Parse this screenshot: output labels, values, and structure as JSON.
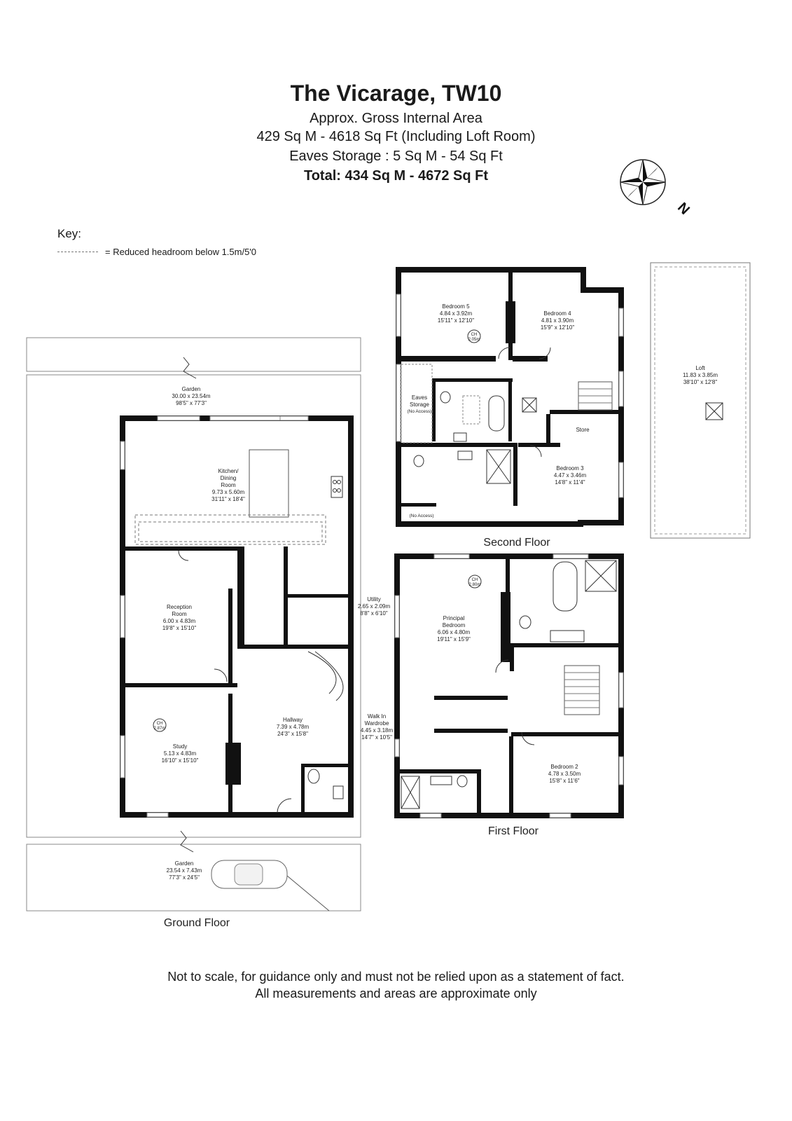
{
  "header": {
    "title": "The Vicarage, TW10",
    "line1": "Approx. Gross Internal Area",
    "line2": "429 Sq M -  4618 Sq Ft (Including Loft Room)",
    "line3": "Eaves Storage : 5 Sq M -  54 Sq Ft",
    "total": "Total: 434 Sq M -  4672 Sq Ft"
  },
  "compass": {
    "label": "N"
  },
  "key": {
    "label": "Key:",
    "reduced_headroom": "= Reduced headroom below 1.5m/5'0"
  },
  "floors": {
    "ground": "Ground Floor",
    "first": "First Floor",
    "second": "Second Floor"
  },
  "rooms": {
    "garden_top": [
      "Garden",
      "30.00 x 23.54m",
      "98'5\" x 77'3\""
    ],
    "kitchen": [
      "Kitchen/",
      "Dining",
      "Room",
      "9.73 x 5.60m",
      "31'11\" x 18'4\""
    ],
    "reception": [
      "Reception",
      "Room",
      "6.00 x 4.83m",
      "19'8\" x 15'10\""
    ],
    "study": [
      "Study",
      "5.13 x 4.83m",
      "16'10\" x 15'10\""
    ],
    "hallway": [
      "Hallway",
      "7.39 x 4.78m",
      "24'3\" x 15'8\""
    ],
    "garden_bottom": [
      "Garden",
      "23.54 x 7.43m",
      "77'3\" x 24'5\""
    ],
    "utility": [
      "Utility",
      "2.65 x 2.09m",
      "8'8\" x 6'10\""
    ],
    "walk_in": [
      "Walk In",
      "Wardrobe",
      "4.45 x 3.18m",
      "14'7\" x 10'5\""
    ],
    "principal": [
      "Principal",
      "Bedroom",
      "6.06 x 4.80m",
      "19'11\" x 15'9\""
    ],
    "bedroom2": [
      "Bedroom 2",
      "4.78 x 3.50m",
      "15'8\" x 11'6\""
    ],
    "bedroom5": [
      "Bedroom 5",
      "4.84 x 3.92m",
      "15'11\" x 12'10\""
    ],
    "bedroom4": [
      "Bedroom 4",
      "4.81 x 3.90m",
      "15'9\" x 12'10\""
    ],
    "eaves": [
      "Eaves",
      "Storage",
      "(No Access)"
    ],
    "store": [
      "Store"
    ],
    "bedroom3": [
      "Bedroom 3",
      "4.47 x 3.46m",
      "14'8\" x 11'4\""
    ],
    "no_access": [
      "(No Access)"
    ],
    "loft": [
      "Loft",
      "11.83 x 3.85m",
      "38'10\" x 12'8\""
    ]
  },
  "ceiling_heights": {
    "study": [
      "CH",
      "2.87m"
    ],
    "bedroom5": [
      "CH",
      "2.05m"
    ],
    "principal": [
      "CH",
      "2.80m"
    ]
  },
  "footer": {
    "line1": "Not to scale, for guidance only and must not be relied upon as a statement of fact.",
    "line2": "All measurements and areas are approximate only"
  }
}
